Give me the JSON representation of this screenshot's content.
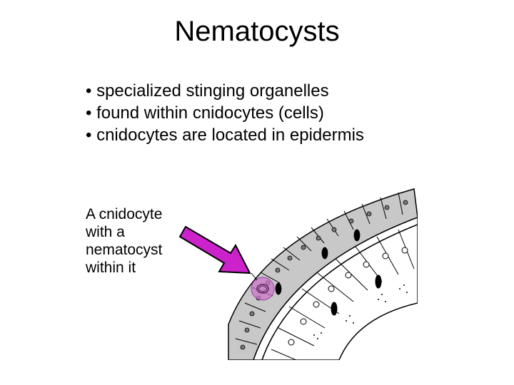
{
  "slide": {
    "title": "Nematocysts",
    "bullets": [
      "• specialized stinging organelles",
      "• found within cnidocytes (cells)",
      "• cnidocytes are located in epidermis"
    ],
    "caption_lines": [
      "A cnidocyte",
      "with a",
      "nematocyst",
      "within it"
    ]
  },
  "figure": {
    "arrow_color": "#cc22cc",
    "highlight_color": "#cc77cc",
    "tissue_fill": "#c8c8c8",
    "icon": "cnidocyte-tissue-illustration"
  }
}
